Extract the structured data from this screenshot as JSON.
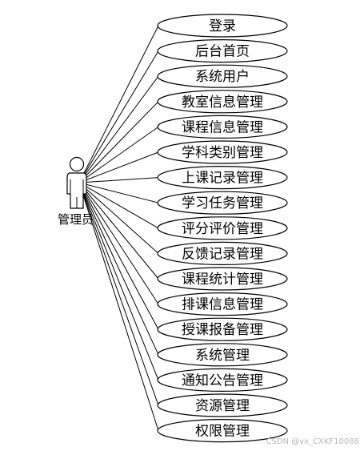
{
  "actor": {
    "label": "管理员"
  },
  "use_cases": [
    "登录",
    "后台首页",
    "系统用户",
    "教室信息管理",
    "课程信息管理",
    "学科类别管理",
    "上课记录管理",
    "学习任务管理",
    "评分评价管理",
    "反馈记录管理",
    "课程统计管理",
    "排课信息管理",
    "授课报备管理",
    "系统管理",
    "通知公告管理",
    "资源管理",
    "权限管理"
  ],
  "watermark": "CSDN @vx_CXKF10088",
  "colors": {
    "stroke": "#000000",
    "background": "#ffffff",
    "watermark": "#b8b8b8"
  }
}
